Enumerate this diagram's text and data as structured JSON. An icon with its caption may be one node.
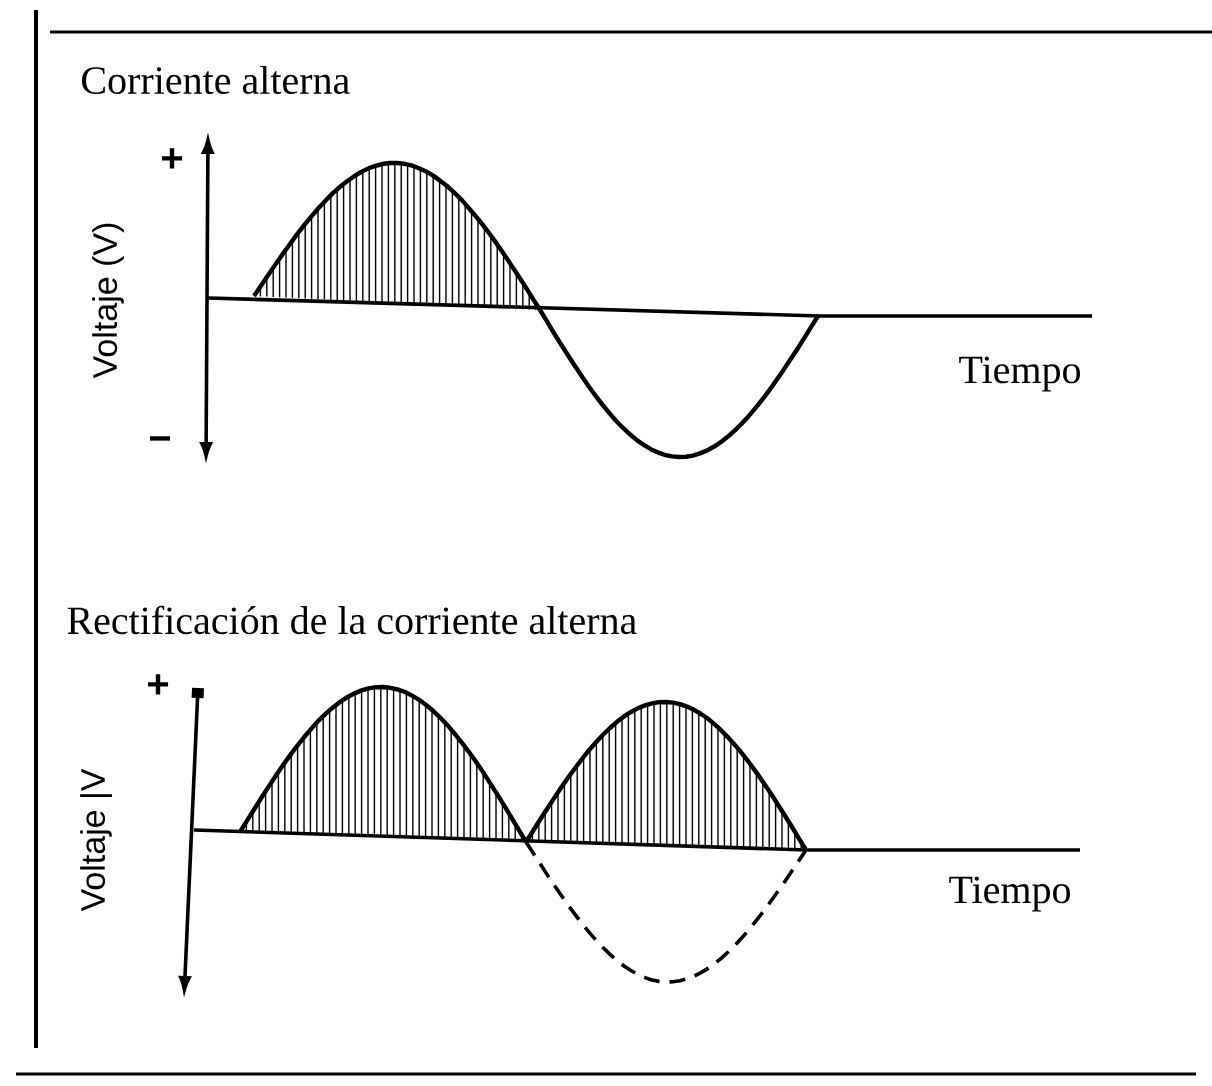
{
  "diagram": {
    "labels": [
      "Corriente alterna",
      "+",
      "Voltaje (V)",
      "−",
      "Tiempo",
      "Rectificación de la corriente alterna",
      "+",
      "Voltaje |V",
      "Tiempo"
    ]
  }
}
